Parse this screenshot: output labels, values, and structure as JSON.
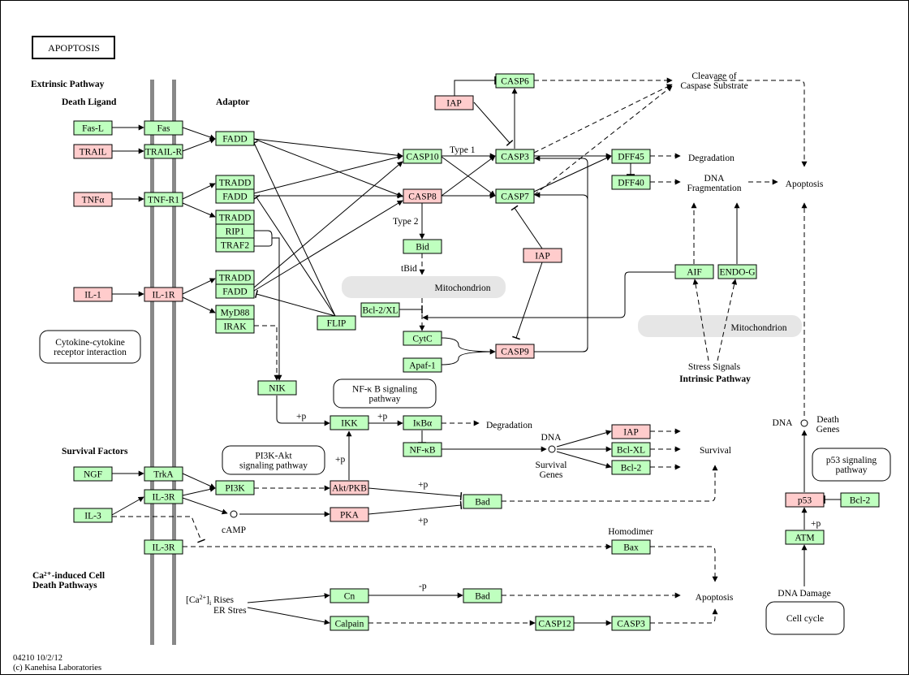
{
  "title": "APOPTOSIS",
  "section_labels": {
    "extrinsic_pathway": "Extrinsic Pathway",
    "death_ligand": "Death Ligand",
    "adaptor": "Adaptor",
    "survival_factors": "Survival Factors",
    "ca_line1": "Ca²⁺-induced Cell",
    "ca_line2": "Death Pathways",
    "intrinsic_pathway": "Intrinsic Pathway"
  },
  "genes": {
    "fasl": "Fas-L",
    "trail": "TRAIL",
    "tnfa": "TNFα",
    "il1": "IL-1",
    "fas": "Fas",
    "trailr": "TRAIL-R",
    "tnfr1": "TNF-R1",
    "il1r": "IL-1R",
    "fadd1": "FADD",
    "tradd1": "TRADD",
    "fadd2": "FADD",
    "tradd2": "TRADD",
    "rip1": "RIP1",
    "traf2": "TRAF2",
    "tradd3": "TRADD",
    "fadd3": "FADD",
    "myd88": "MyD88",
    "irak": "IRAK",
    "flip": "FLIP",
    "casp10": "CASP10",
    "casp8": "CASP8",
    "casp3": "CASP3",
    "casp7": "CASP7",
    "casp6": "CASP6",
    "casp9": "CASP9",
    "iap_top": "IAP",
    "iap_mid": "IAP",
    "dff45": "DFF45",
    "dff40": "DFF40",
    "bid": "Bid",
    "bcl2xl_mito": "Bcl-2/XL",
    "cytc": "CytC",
    "apaf1": "Apaf-1",
    "aif": "AIF",
    "endog": "ENDO-G",
    "nik": "NIK",
    "ikk": "IKK",
    "ikba": "IκBα",
    "nfkb": "NF-κB",
    "iap_surv": "IAP",
    "bclxl": "Bcl-XL",
    "bcl2_surv": "Bcl-2",
    "ngf": "NGF",
    "trka": "TrkA",
    "il3r1": "IL-3R",
    "il3": "IL-3",
    "il3r2": "IL-3R",
    "pi3k": "PI3K",
    "aktpkb": "Akt/PKB",
    "pka": "PKA",
    "bad1": "Bad",
    "bax": "Bax",
    "cn": "Cn",
    "bad2": "Bad",
    "calpain": "Calpain",
    "casp12": "CASP12",
    "casp3b": "CASP3",
    "p53": "p53",
    "bcl2_p53": "Bcl-2",
    "atm": "ATM"
  },
  "pathway_links": {
    "cytokine": [
      "Cytokine-cytokine",
      "receptor interaction"
    ],
    "nfkb": [
      "NF-κ B signaling",
      "pathway"
    ],
    "pi3k": [
      "PI3K-Akt",
      "signaling pathway"
    ],
    "p53": [
      "p53 signaling",
      "pathway"
    ],
    "cellcycle": [
      "Cell cycle"
    ]
  },
  "labels": {
    "mito1": "Mitochondrion",
    "mito2": "Mitochondrion",
    "cleavage": [
      "Cleavage of",
      "Caspase Substrate"
    ],
    "degradation1": "Degradation",
    "dna_frag": [
      "DNA",
      "Fragmentation"
    ],
    "apoptosis1": "Apoptosis",
    "type1": "Type 1",
    "type2": "Type 2",
    "tbid": "tBid",
    "stress": "Stress Signals",
    "degradation2": "Degradation",
    "dna_surv": "DNA",
    "survival_genes": [
      "Survival",
      "Genes"
    ],
    "survival": "Survival",
    "dna_death": "DNA",
    "death_genes": [
      "Death",
      "Genes"
    ],
    "camp": "cAMP",
    "homodimer": "Homodimer",
    "ca_rises_a": "[Ca",
    "ca_rises_sup": "2+",
    "ca_rises_sub": "]",
    "ca_rises_sub_i": "i",
    "ca_rises_b": " Rises",
    "er_stress": "ER Stres",
    "apoptosis2": "Apoptosis",
    "dna_damage": "DNA Damage",
    "p_nik_ikk": "+p",
    "p_ikk_ikba": "+p",
    "p_akt_ikk": "+p",
    "p_akt_bad": "+p",
    "p_pka_bad": "+p",
    "p_atm": "+p",
    "minus_p": "-p"
  },
  "footer": {
    "line1": "04210 10/2/12",
    "line2": "(c) Kanehisa Laboratories"
  },
  "colors": {
    "gene_green": "#bfffbf",
    "gene_pink": "#ffcccc",
    "membrane": "#888888",
    "mito_fill": "#e6e6e6"
  }
}
